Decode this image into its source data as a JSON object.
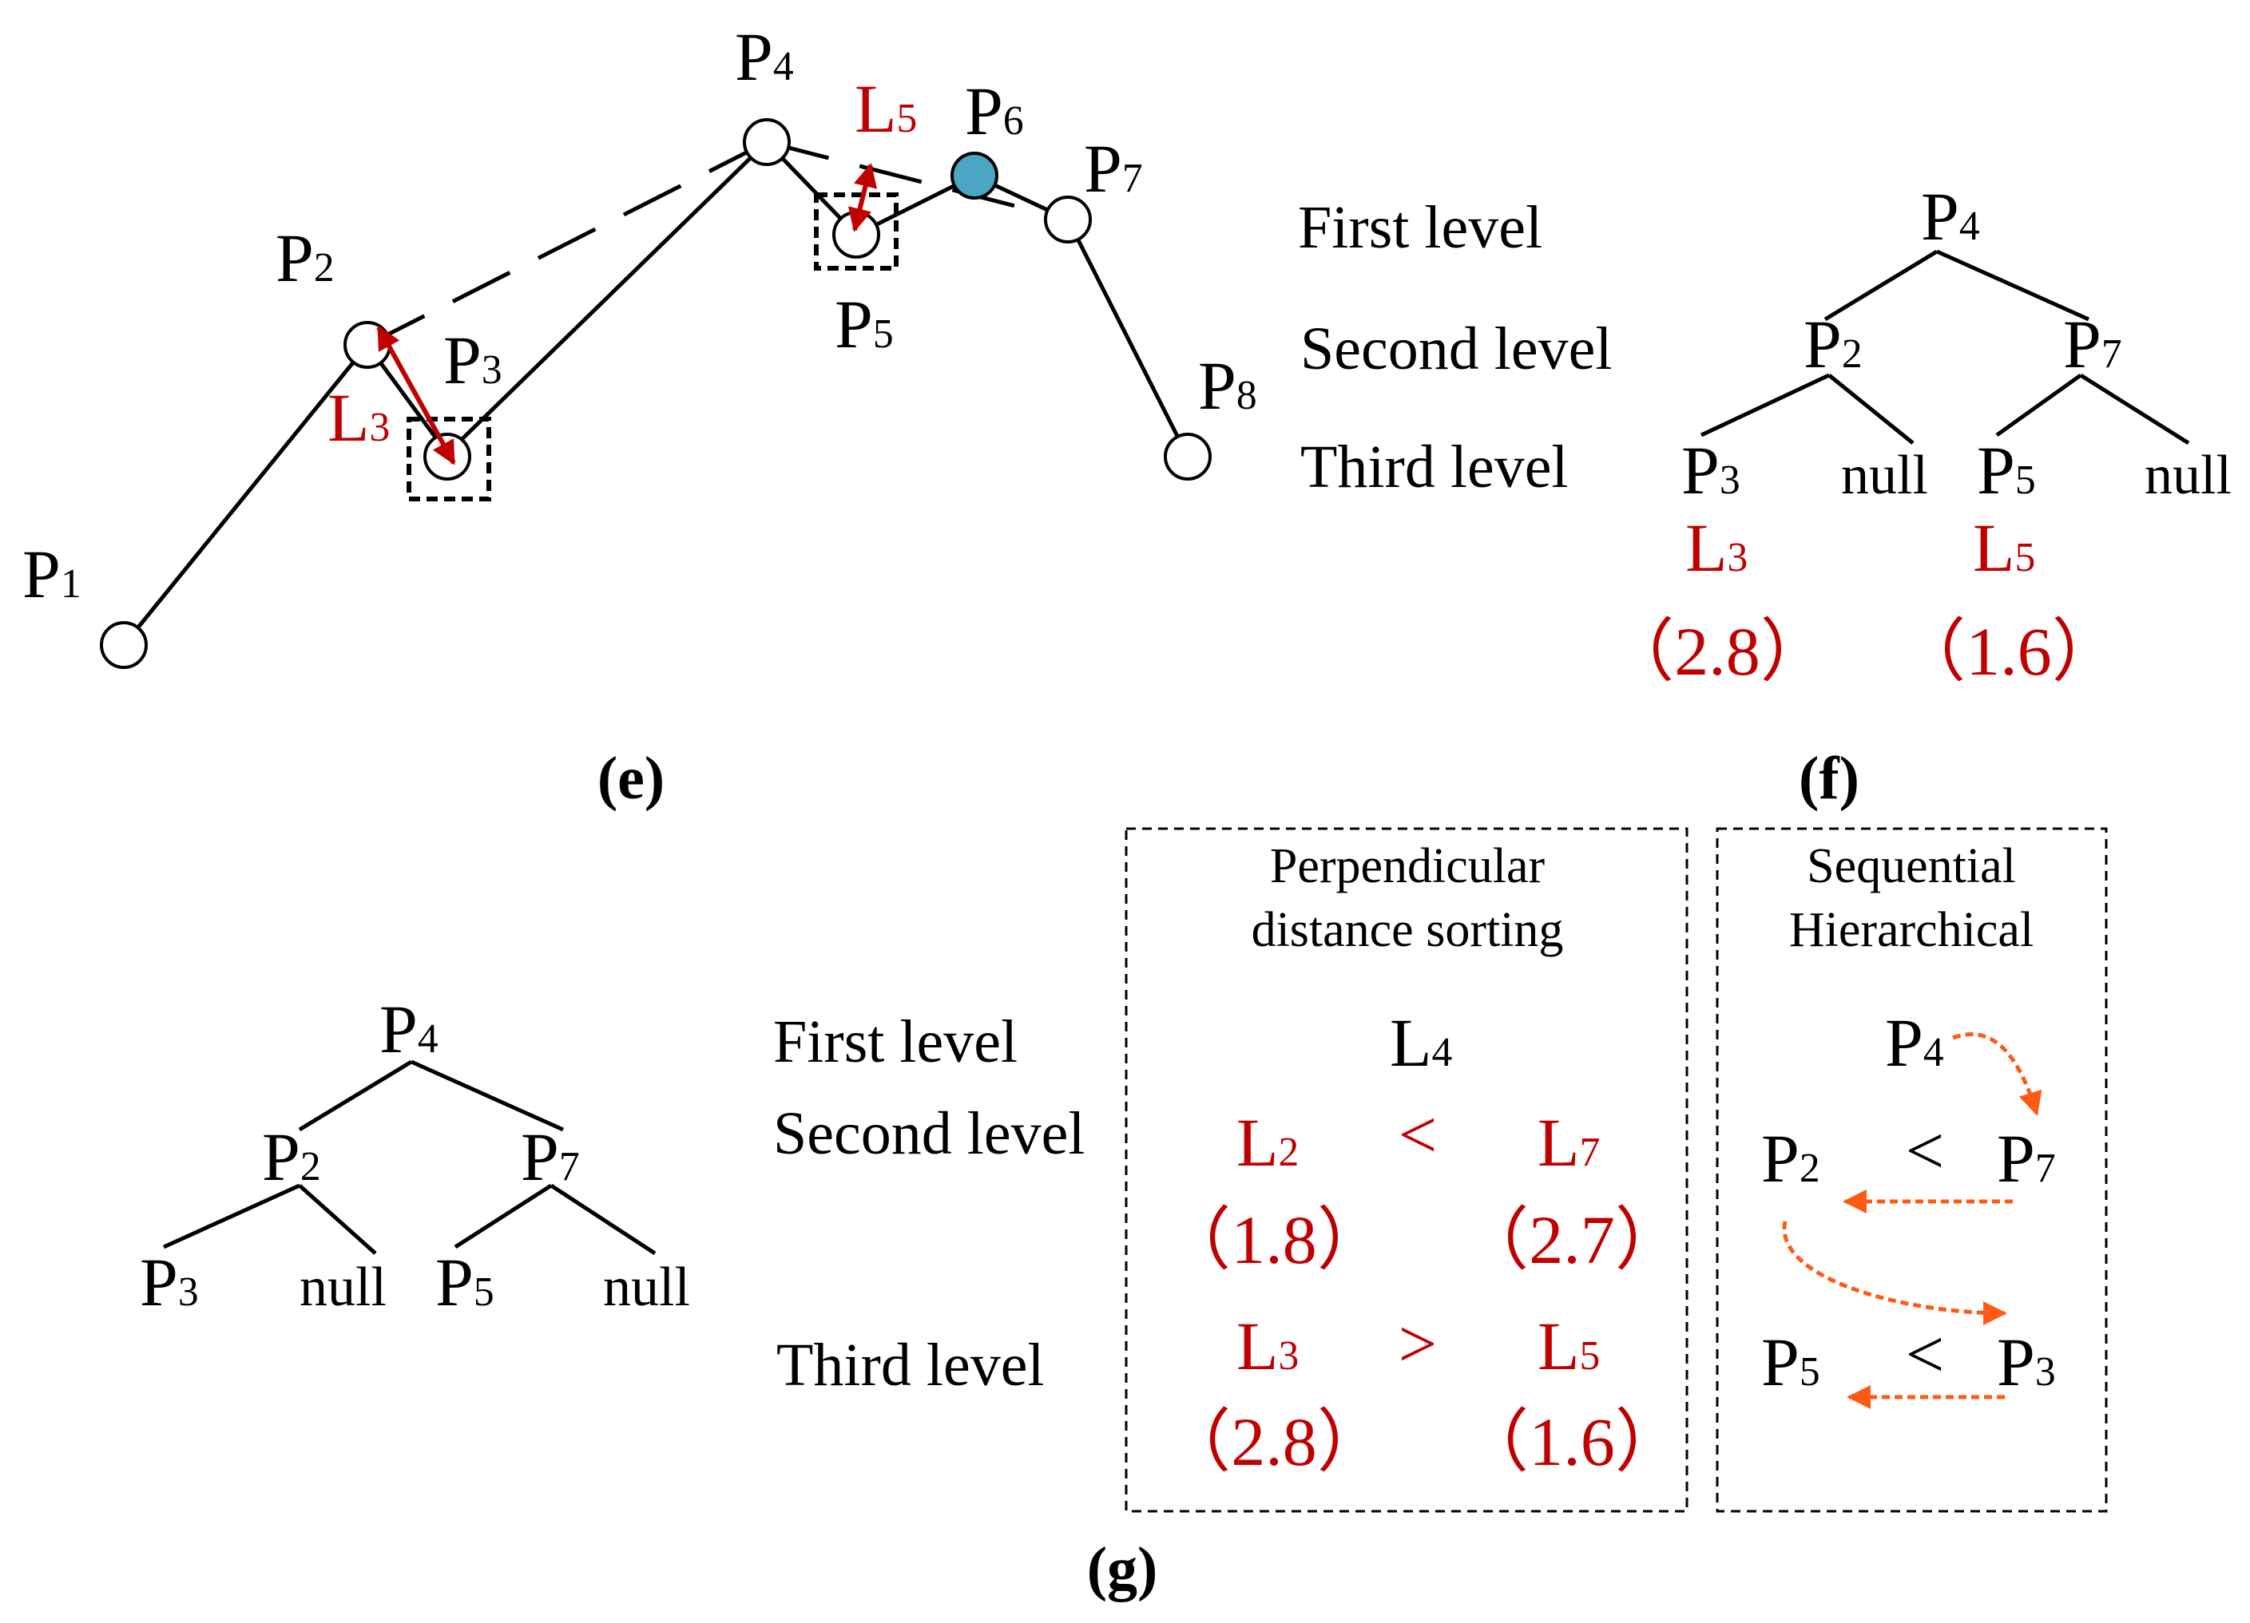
{
  "colors": {
    "ink": "#000000",
    "accent_red": "#c00000",
    "highlight_teal": "#4aa6c4",
    "arrow_orange": "#ff5a14"
  },
  "panel_e": {
    "caption": "(e)",
    "points": [
      "P1",
      "P2",
      "P3",
      "P4",
      "P5",
      "P6",
      "P7",
      "P8"
    ],
    "distances": [
      "L3",
      "L5"
    ]
  },
  "panel_f": {
    "caption": "(f)",
    "levels": [
      "First level",
      "Second level",
      "Third level"
    ],
    "tree": {
      "root": "P4",
      "level2": [
        "P2",
        "P7"
      ],
      "level3": [
        "P3",
        "null",
        "P5",
        "null"
      ]
    },
    "distances": [
      "L3",
      "L5"
    ],
    "values": [
      "（2.8）",
      "（1.6）"
    ]
  },
  "panel_g": {
    "caption": "(g)",
    "tree": {
      "root": "P4",
      "level2": [
        "P2",
        "P7"
      ],
      "level3": [
        "P3",
        "null",
        "P5",
        "null"
      ]
    },
    "levels": [
      "First level",
      "Second level",
      "Third level"
    ],
    "box1": {
      "title_lines": [
        "Perpendicular",
        "distance sorting"
      ],
      "first": "L4",
      "second": {
        "left": "L2",
        "op": "<",
        "right": "L7",
        "left_val": "（1.8）",
        "right_val": "（2.7）"
      },
      "third": {
        "left": "L3",
        "op": ">",
        "right": "L5",
        "left_val": "（2.8）",
        "right_val": "（1.6）"
      }
    },
    "box2": {
      "title_lines": [
        "Sequential",
        "Hierarchical"
      ],
      "first": "P4",
      "second": {
        "left": "P2",
        "op": "<",
        "right": "P7"
      },
      "third": {
        "left": "P5",
        "op": "<",
        "right": "P3"
      }
    }
  }
}
